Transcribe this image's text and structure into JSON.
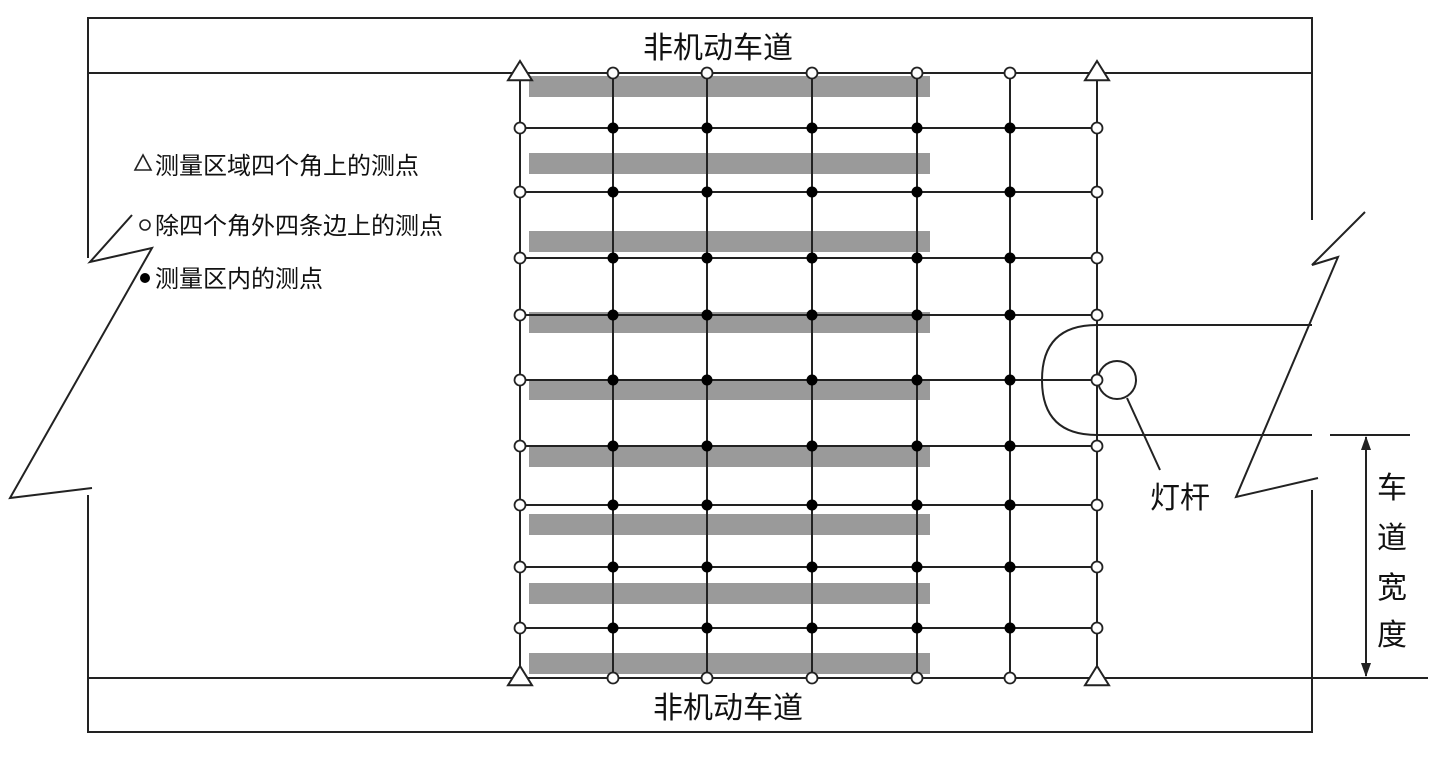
{
  "labels": {
    "lane_top": "非机动车道",
    "lane_bottom": "非机动车道",
    "lamp_pole": "灯杆",
    "lane_width": [
      "车",
      "道",
      "宽",
      "度"
    ]
  },
  "legend": [
    {
      "symbol": "triangle",
      "text": "测量区域四个角上的测点"
    },
    {
      "symbol": "hollow-circle",
      "text": "除四个角外四条边上的测点"
    },
    {
      "symbol": "filled-circle",
      "text": "测量区内的测点"
    }
  ],
  "grid": {
    "columns": 7,
    "rows": 11
  },
  "colors": {
    "line": "#222222",
    "stripe": "#9a9a9a",
    "point_fill": "#000000",
    "background": "#ffffff"
  }
}
